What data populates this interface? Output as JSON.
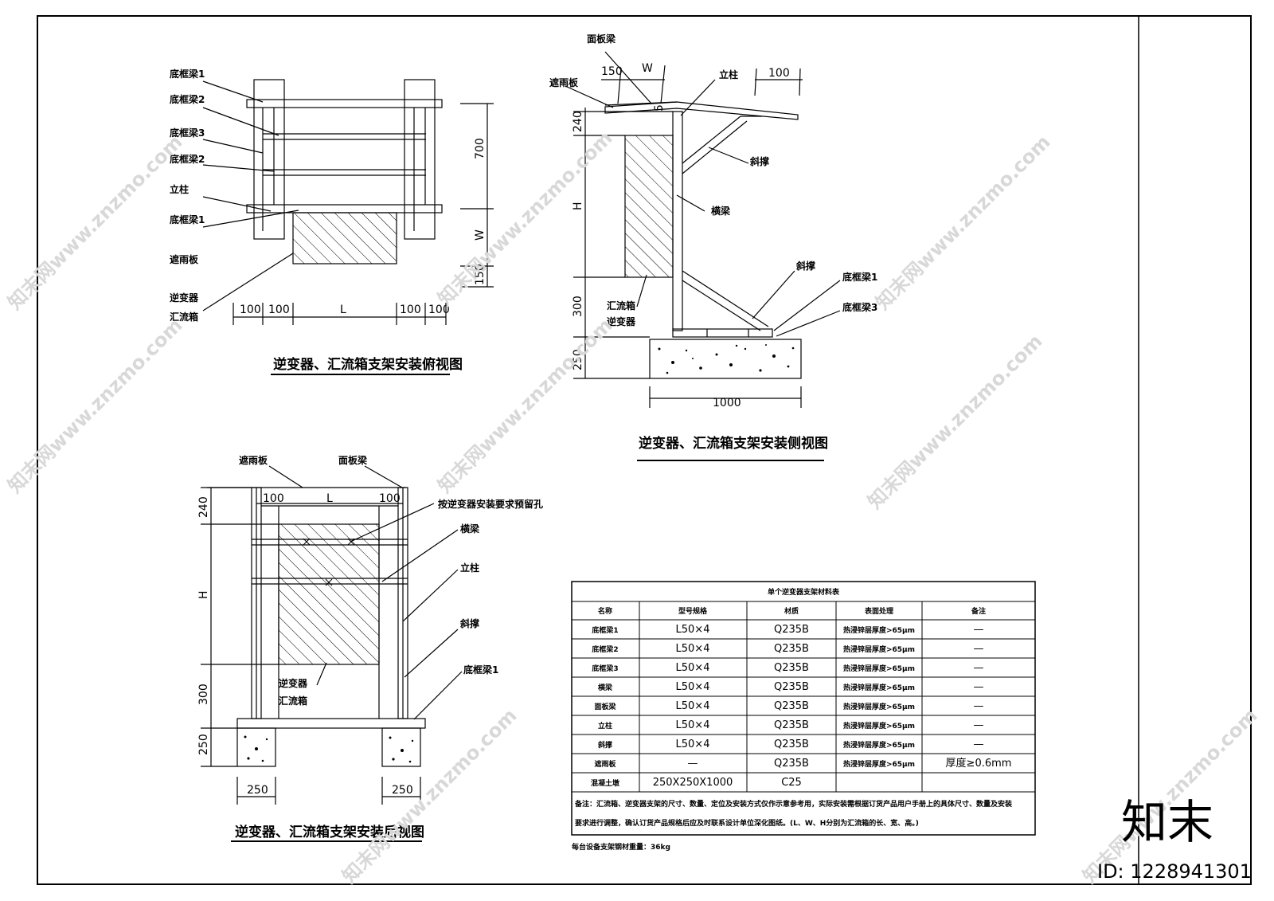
{
  "views": {
    "top": {
      "title": "逆变器、汇流箱支架安装俯视图",
      "labels": {
        "bottom_beam1_a": "底框梁1",
        "bottom_beam2_a": "底框梁2",
        "bottom_beam3": "底框梁3",
        "bottom_beam2_b": "底框梁2",
        "column": "立柱",
        "bottom_beam1_b": "底框梁1",
        "rain_cover": "遮雨板",
        "inverter": "逆变器",
        "combiner": "汇流箱"
      },
      "dims": {
        "d700": "700",
        "dW": "W",
        "d150": "150",
        "b1": "100",
        "b2": "100",
        "bL": "L",
        "b3": "100",
        "b4": "100"
      }
    },
    "side": {
      "title": "逆变器、汇流箱支架安装侧视图",
      "labels": {
        "panel_beam": "面板梁",
        "rain_cover": "遮雨板",
        "column": "立柱",
        "brace_a": "斜撑",
        "cross_beam": "横梁",
        "brace_b": "斜撑",
        "bottom_beam1": "底框梁1",
        "bottom_beam3": "底框梁3",
        "combiner": "汇流箱",
        "inverter": "逆变器"
      },
      "dims": {
        "d150": "150",
        "dW": "W",
        "d100": "100",
        "d5": "5",
        "d240": "240",
        "dH": "H",
        "d300": "300",
        "d250": "250",
        "d1000": "1000"
      }
    },
    "back": {
      "title": "逆变器、汇流箱支架安装后视图",
      "labels": {
        "rain_cover": "遮雨板",
        "panel_beam": "面板梁",
        "holes": "按逆变器安装要求预留孔",
        "cross_beam": "横梁",
        "column": "立柱",
        "brace": "斜撑",
        "bottom_beam1": "底框梁1",
        "inverter": "逆变器",
        "combiner": "汇流箱"
      },
      "dims": {
        "d100a": "100",
        "dL": "L",
        "d100b": "100",
        "d240": "240",
        "dH": "H",
        "d300": "300",
        "d250": "250",
        "f1": "250",
        "f2": "250"
      }
    }
  },
  "material_table": {
    "title": "单个逆变器支架材料表",
    "headers": [
      "名称",
      "型号规格",
      "材质",
      "表面处理",
      "备注"
    ],
    "rows": [
      [
        "底框梁1",
        "L50×4",
        "Q235B",
        "热浸锌层厚度>65μm",
        "—"
      ],
      [
        "底框梁2",
        "L50×4",
        "Q235B",
        "热浸锌层厚度>65μm",
        "—"
      ],
      [
        "底框梁3",
        "L50×4",
        "Q235B",
        "热浸锌层厚度>65μm",
        "—"
      ],
      [
        "横梁",
        "L50×4",
        "Q235B",
        "热浸锌层厚度>65μm",
        "—"
      ],
      [
        "面板梁",
        "L50×4",
        "Q235B",
        "热浸锌层厚度>65μm",
        "—"
      ],
      [
        "立柱",
        "L50×4",
        "Q235B",
        "热浸锌层厚度>65μm",
        "—"
      ],
      [
        "斜撑",
        "L50×4",
        "Q235B",
        "热浸锌层厚度>65μm",
        "—"
      ],
      [
        "遮雨板",
        "—",
        "Q235B",
        "热浸锌层厚度>65μm",
        "厚度≥0.6mm"
      ],
      [
        "混凝土墩",
        "250X250X1000",
        "C25",
        "",
        ""
      ]
    ],
    "note1": "备注：汇流箱、逆变器支架的尺寸、数量、定位及安装方式仅作示意参考用，实际安装需根据订货产品用户手册上的具体尺寸、数量及安装",
    "note2": "要求进行调整，确认订货产品规格后应及时联系设计单位深化图纸。(L、W、H分别为汇流箱的长、宽、高。)",
    "weight": "每台设备支架钢材重量：36kg"
  },
  "watermark": {
    "logo": "知末",
    "id": "ID: 1228941301",
    "site": "知末网www.znzmo.com"
  }
}
